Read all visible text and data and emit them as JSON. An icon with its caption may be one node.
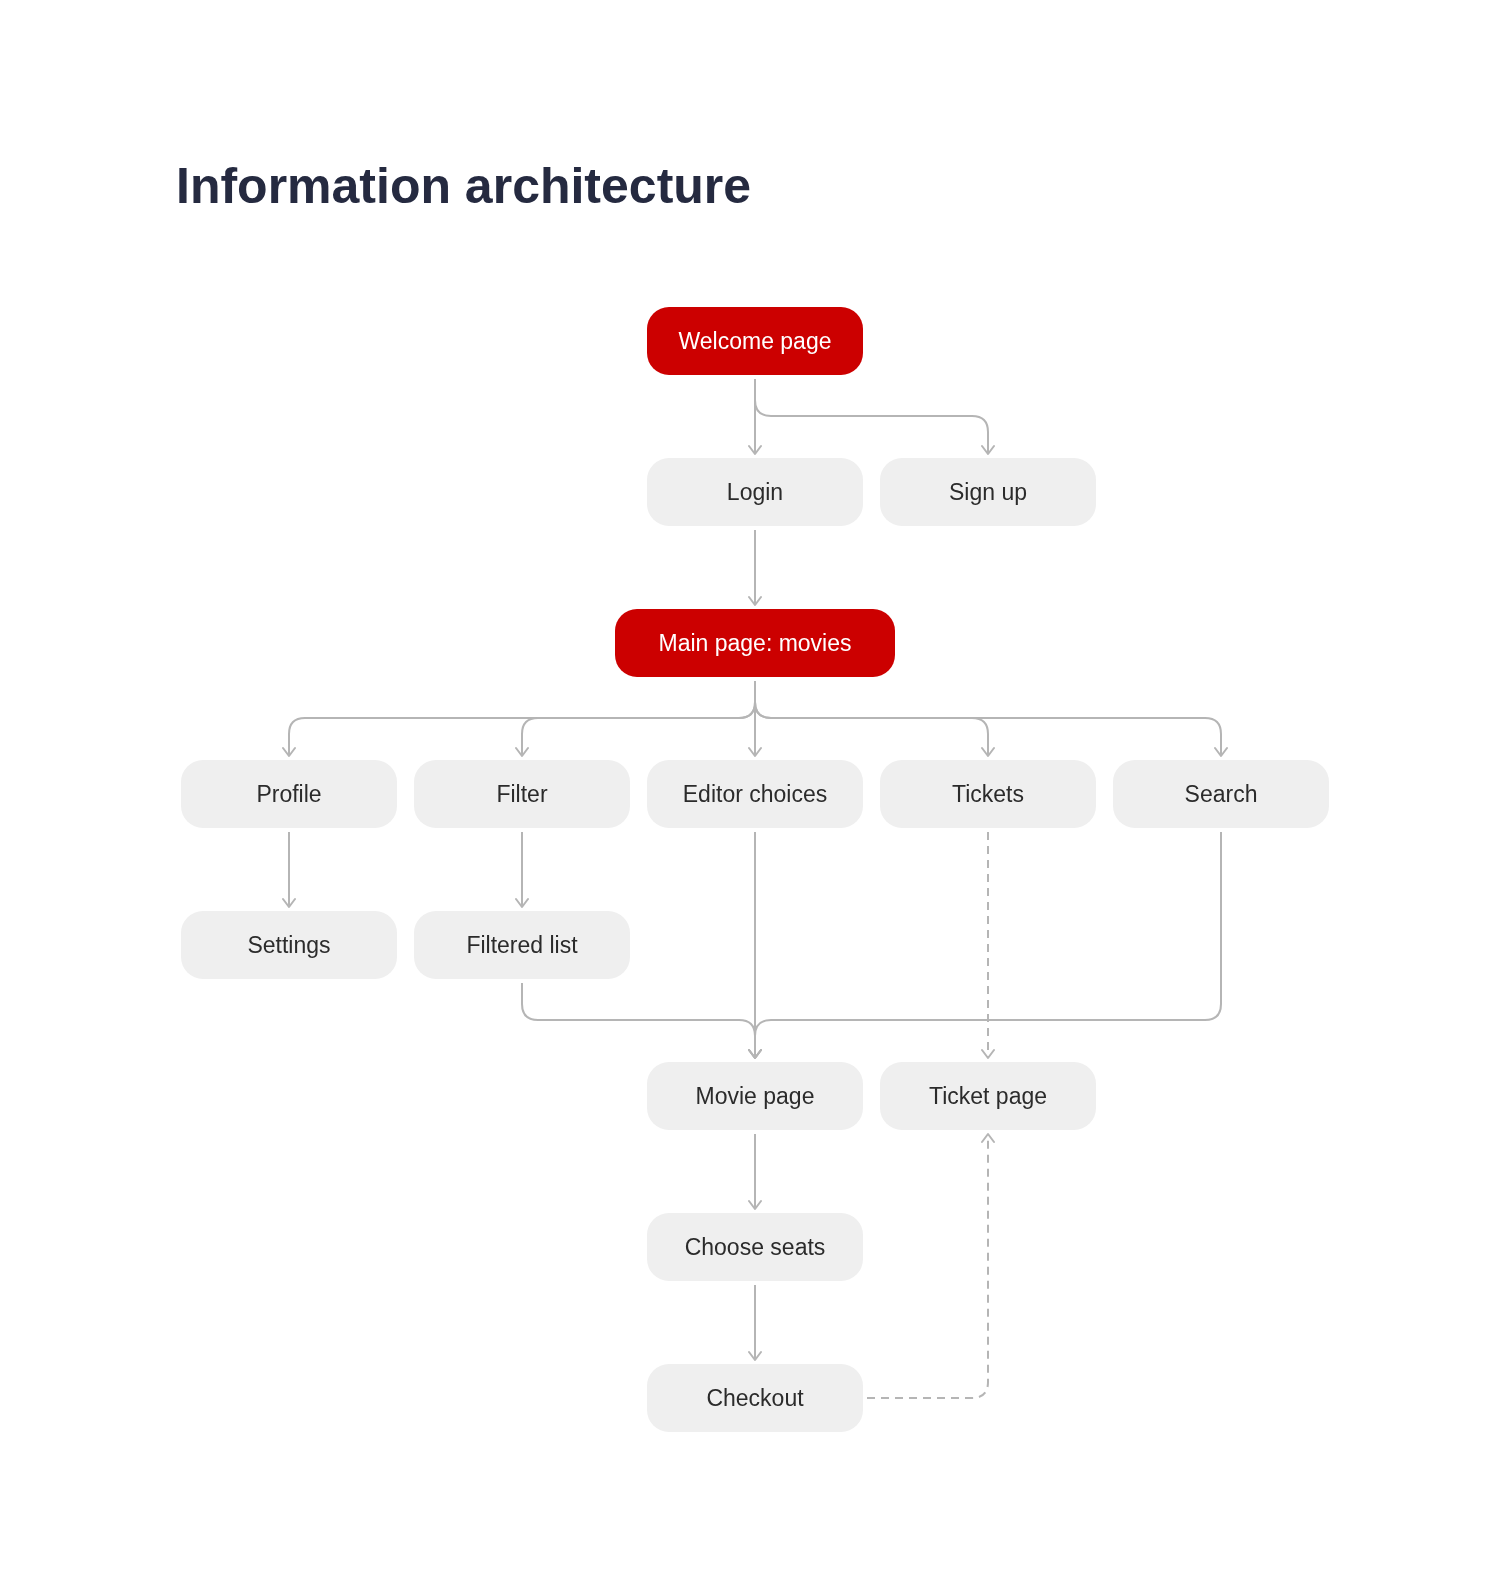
{
  "diagram": {
    "title": "Information architecture",
    "nodes": [
      {
        "text": [
          "Welcome page"
        ]
      },
      {
        "text": [
          "Login"
        ]
      },
      {
        "text": [
          "Sign up"
        ]
      },
      {
        "text": [
          "Main page: movies"
        ]
      },
      {
        "text": [
          "Profile"
        ]
      },
      {
        "text": [
          "Filter"
        ]
      },
      {
        "text": [
          "Editor choices"
        ]
      },
      {
        "text": [
          "Tickets"
        ]
      },
      {
        "text": [
          "Search"
        ]
      },
      {
        "text": [
          "Settings"
        ]
      },
      {
        "text": [
          "Filtered list"
        ]
      },
      {
        "text": [
          "Movie page"
        ]
      },
      {
        "text": [
          "Ticket page"
        ]
      },
      {
        "text": [
          "Choose seats"
        ]
      },
      {
        "text": [
          "Checkout"
        ]
      }
    ],
    "edges": [
      {
        "from": 0,
        "to": 1,
        "arrow": "to"
      },
      {
        "from": 0,
        "to": 2,
        "arrow": "to"
      },
      {
        "from": 1,
        "to": 3,
        "arrow": "to"
      },
      {
        "from": 3,
        "to": 4,
        "arrow": "to"
      },
      {
        "from": 3,
        "to": 5,
        "arrow": "to"
      },
      {
        "from": 3,
        "to": 6,
        "arrow": "to"
      },
      {
        "from": 3,
        "to": 7,
        "arrow": "to"
      },
      {
        "from": 3,
        "to": 8,
        "arrow": "to"
      },
      {
        "from": 4,
        "to": 9,
        "arrow": "to"
      },
      {
        "from": 5,
        "to": 10,
        "arrow": "to"
      },
      {
        "from": 10,
        "to": 11,
        "arrow": "to"
      },
      {
        "from": 6,
        "to": 11,
        "arrow": "to"
      },
      {
        "from": 8,
        "to": 11,
        "arrow": "to"
      },
      {
        "from": 7,
        "to": 12,
        "arrow": "to",
        "style": "dashed"
      },
      {
        "from": 11,
        "to": 13,
        "arrow": "to"
      },
      {
        "from": 13,
        "to": 14,
        "arrow": "to"
      },
      {
        "from": 14,
        "to": 12,
        "arrow": "to",
        "style": "dashed"
      }
    ]
  }
}
